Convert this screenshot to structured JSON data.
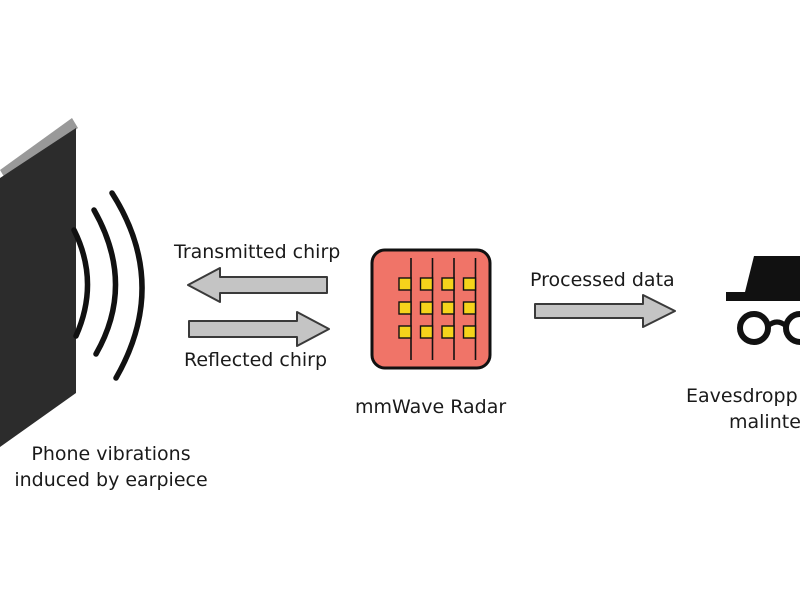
{
  "phone": {
    "caption_line1": "Phone vibrations",
    "caption_line2": "induced by earpiece"
  },
  "signals": {
    "transmitted": "Transmitted chirp",
    "reflected": "Reflected chirp",
    "processed": "Processed data"
  },
  "radar": {
    "caption": "mmWave Radar",
    "grid_rows": 3,
    "grid_cols": 4
  },
  "eavesdropper": {
    "caption_line1": "Eavesdropp",
    "caption_line2": "malinte"
  },
  "icons": {
    "phone": "phone-icon",
    "sound_waves": "sound-waves-icon",
    "radar": "radar-chip-icon",
    "eavesdropper": "incognito-spy-icon"
  },
  "colors": {
    "phone_body": "#2c2c2c",
    "phone_edge": "#999999",
    "arrow_fill": "#c4c4c4",
    "arrow_stroke": "#3a3a3a",
    "radar_fill": "#f07468",
    "radar_cell": "#f5d31b",
    "ink": "#111111"
  }
}
